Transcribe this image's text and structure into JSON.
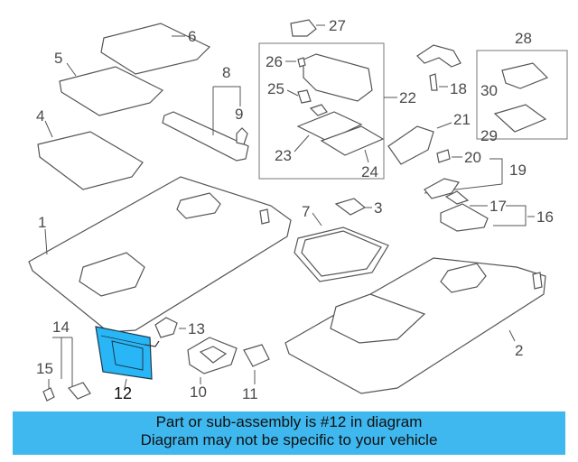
{
  "callouts": {
    "c1": "1",
    "c2": "2",
    "c3": "3",
    "c4": "4",
    "c5": "5",
    "c6": "6",
    "c7": "7",
    "c8": "8",
    "c9": "9",
    "c10": "10",
    "c11": "11",
    "c12": "12",
    "c13": "13",
    "c14": "14",
    "c15": "15",
    "c16": "16",
    "c17": "17",
    "c18": "18",
    "c19": "19",
    "c20": "20",
    "c21": "21",
    "c22": "22",
    "c23": "23",
    "c24": "24",
    "c25": "25",
    "c26": "26",
    "c27": "27",
    "c28": "28",
    "c29": "29",
    "c30": "30"
  },
  "highlight": {
    "part_number": "12",
    "color": "#29b6f6"
  },
  "banner": {
    "line1": "Part or sub-assembly is #12 in diagram",
    "line2": "Diagram may not be specific to your vehicle",
    "background": "#3fb8ef"
  }
}
